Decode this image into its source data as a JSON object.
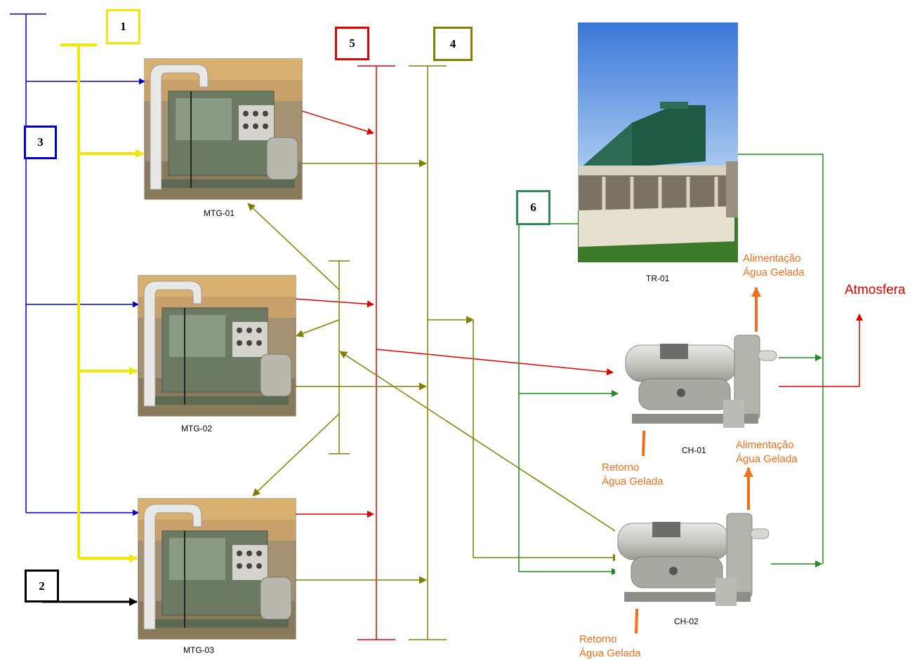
{
  "boxes": {
    "b1": {
      "label": "1",
      "color": "#f0e800"
    },
    "b2": {
      "label": "2",
      "color": "#000000"
    },
    "b3": {
      "label": "3",
      "color": "#0000cc"
    },
    "b4": {
      "label": "4",
      "color": "#808000"
    },
    "b5": {
      "label": "5",
      "color": "#e00000"
    },
    "b6": {
      "label": "6",
      "color": "#2e8b57"
    }
  },
  "equipment": {
    "mtg01": "MTG-01",
    "mtg02": "MTG-02",
    "mtg03": "MTG-03",
    "tr01": "TR-01",
    "ch01": "CH-01",
    "ch02": "CH-02"
  },
  "labels": {
    "alimentacao1": [
      "Alimentação",
      "Água Gelada"
    ],
    "alimentacao2": [
      "Alimentação",
      "Água Gelada"
    ],
    "retorno1": [
      "Retorno",
      "Água Gelada"
    ],
    "retorno2": [
      "Retorno",
      "Água Gelada"
    ],
    "atmosfera": "Atmosfera"
  },
  "colors": {
    "electric": "#0000cc",
    "gas": "#f0e800",
    "exhaust": "#e00000",
    "hot_water": "#808000",
    "cooling": "#228b22",
    "chilled": "#f07020",
    "fuel": "#000000"
  }
}
